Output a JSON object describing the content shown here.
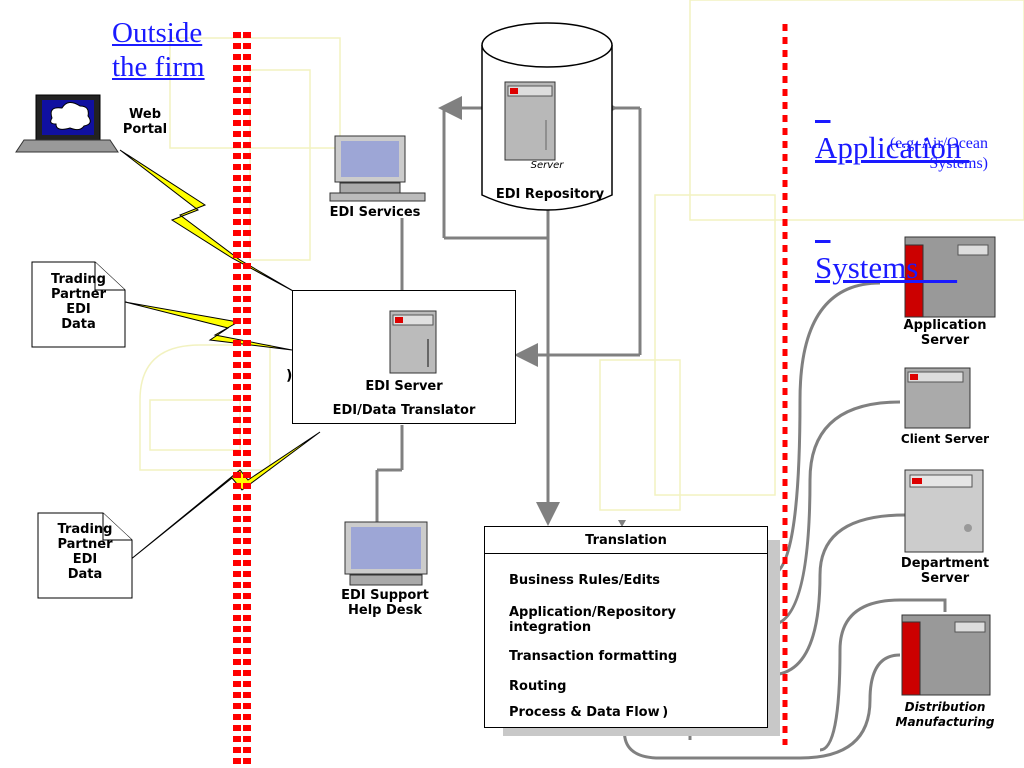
{
  "heading_left": {
    "line1": "Outside",
    "line2": "the firm"
  },
  "heading_right": {
    "line1": "Application ",
    "line2": "Systems     ",
    "example_line1": "(e.g. Air/Ocean",
    "example_line2": "Systems)"
  },
  "nodes": {
    "web_portal": "Web\nPortal",
    "trading_partner_1": "Trading\nPartner\nEDI\nData",
    "trading_partner_2": "Trading\nPartner\nEDI\nData",
    "edi_services": "EDI Services",
    "edi_repository": "EDI Repository",
    "server_drum": "Server",
    "edi_server": "EDI Server",
    "edi_translator": "EDI/Data Translator",
    "edi_support": "EDI Support\nHelp Desk",
    "application_server": "Application\nServer",
    "client_server": "Client Server",
    "department_server": "Department\nServer",
    "distribution": "Distribution\nManufacturing"
  },
  "translation": {
    "title": "Translation",
    "items": [
      "Business Rules/Edits",
      "Application/Repository\nintegration",
      "Transaction formatting",
      "Routing",
      "Process & Data Flow )"
    ]
  },
  "colors": {
    "boundary_dots": "#ff0000",
    "lightning": "#ffff00",
    "connector": "#808080",
    "link_text": "#1a1aff",
    "faint_outline": "#f4f4bc"
  }
}
